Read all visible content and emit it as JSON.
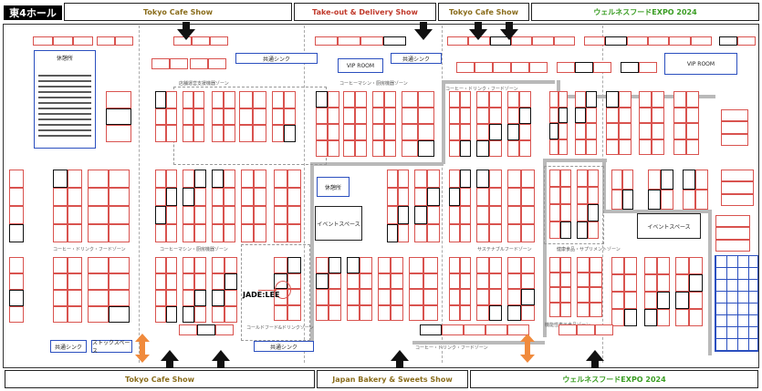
{
  "header": {
    "hall_label": "東4ホール",
    "top_banners": [
      "Tokyo Cafe Show",
      "Take-out & Delivery Show",
      "Tokyo Cafe Show",
      "ウェルネスフードEXPO 2024"
    ],
    "bottom_banners": [
      "Tokyo Cafe Show",
      "Japan Bakery & Sweets Show",
      "ウェルネスフードEXPO 2024"
    ]
  },
  "zones": {
    "coffee_drink_food_left": "コーヒー・ドリンク・フードゾーン",
    "coffee_machine_left": "コーヒーマシン・厨房機器ゾーン",
    "coffee_machine_top": "店舗運営支援機器ゾーン",
    "coffee_machine_mid": "コーヒーマシン・厨房機器ゾーン",
    "coffee_drink_food_top": "コーヒー・ドリンク・フードゾーン",
    "cold_food_drink": "コールドフード&ドリンクゾーン",
    "coffee_drink_food_bottom": "コーヒー・ドリンク・フードゾーン",
    "sustainable_food": "サステナブルフードゾーン",
    "health_food": "健康食品・サプリメントゾーン",
    "functional_food": "機能性表示食品ゾーン"
  },
  "rooms": {
    "lounge_left": "休憩所",
    "sink_top_left": "共通シンク",
    "vip_room_1": "VIP ROOM",
    "sink_top_mid": "共通シンク",
    "vip_room_2": "VIP ROOM",
    "lounge_mid": "休憩所",
    "event_space_1": "イベントスペース",
    "event_space_2": "イベントスペース",
    "sink_bottom_left": "共通シンク",
    "stock_space": "ストックスペース",
    "sink_bottom_mid": "共通シンク"
  },
  "highlight": {
    "exhibitor": "JADE:LEE",
    "color": "#d9534f"
  },
  "colors": {
    "booth_border": "#d9534f",
    "room_border": "#2b4fbf",
    "aisle_dashed": "#999999",
    "walkway": "#b9b9b9",
    "entrance_arrow": "#111111",
    "exit_arrow": "#f08a3c"
  },
  "icons": [
    "entrance-arrow-down-icon",
    "entrance-arrow-up-icon",
    "double-arrow-orange-icon"
  ]
}
